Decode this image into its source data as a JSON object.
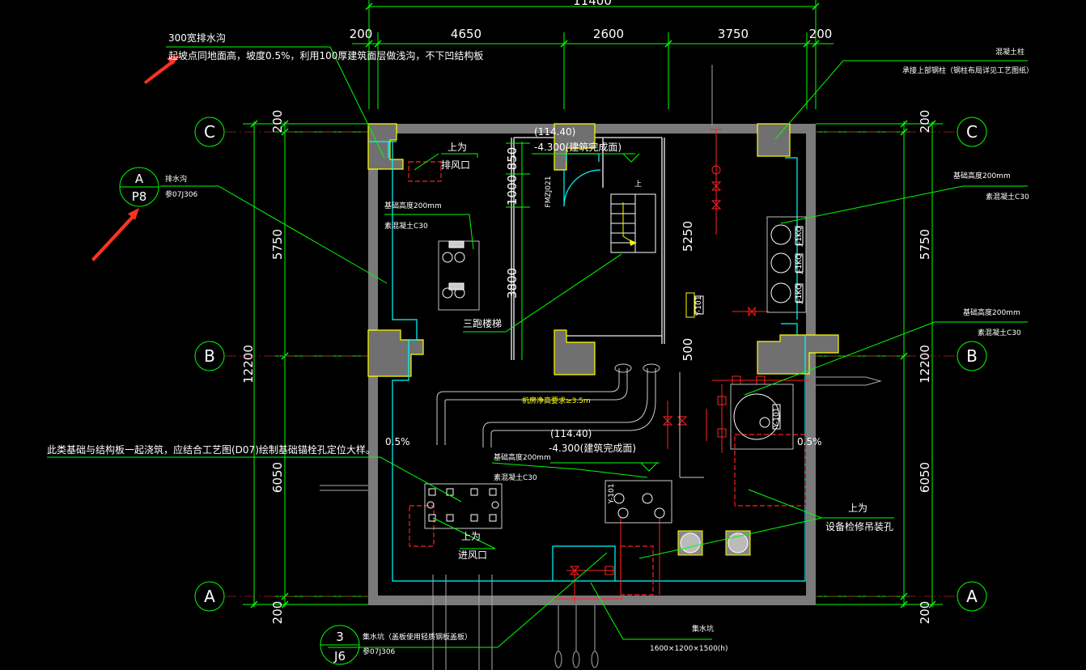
{
  "plan": {
    "top_dims": {
      "total": "11400",
      "segments": [
        "200",
        "4650",
        "2600",
        "3750",
        "200"
      ]
    },
    "side_dims": {
      "total": "12200",
      "segments": [
        "200",
        "5750",
        "6050",
        "200"
      ]
    },
    "axes": [
      "C",
      "B",
      "A"
    ],
    "inner_dims": [
      "850",
      "1000",
      "3800",
      "5250",
      "500"
    ],
    "door_tag": "FMZJ021",
    "stair_up": "上"
  },
  "annotations": {
    "drain_title": "300宽排水沟",
    "drain_note": "起坡点同地面高，坡度0.5%，利用100厚建筑面层做浅沟，不下凹结构板",
    "exhaust_top": "上为",
    "exhaust_bottom": "排风口",
    "elev1_top": "(114.40)",
    "elev1_bottom": "-4.300(建筑完成面)",
    "found1_top": "基础高度200mm",
    "found1_bottom": "素混凝土C30",
    "stair_label": "三跑楼梯",
    "found2_top": "基础高度200mm",
    "found2_bottom": "素混凝土C30",
    "pipe_height": "机房净高要求≥3.5m",
    "elev2_top": "(114.40)",
    "elev2_bottom": "-4.300(建筑完成面)",
    "found3_top": "基础高度200mm",
    "found3_bottom": "素混凝土C30",
    "found4_top": "基础高度200mm",
    "found4_bottom": "素混凝土C30",
    "slope_left": "0.5%",
    "slope_right": "0.5%",
    "base_note": "此类基础与结构板一起浇筑，应结合工艺图(D07)绘制基础锚栓孔定位大样。",
    "intake_top": "上为",
    "intake_bottom": "进风口",
    "hoist_top": "上为",
    "hoist_bottom": "设备检修吊装孔",
    "column_top": "混凝土柱",
    "column_bottom": "承接上部钢柱（钢柱布局详见工艺图纸）",
    "sump_label": "集水坑",
    "sump_size": "1600×1200×1500(h)",
    "sump_ref": "集水坑（盖板使用轻质钢板盖板）",
    "sump_ref_std": "参07J306",
    "trench_ref": "排水沟",
    "trench_ref_std": "参07J306"
  },
  "callouts": {
    "p8": {
      "top": "A",
      "bottom": "P8"
    },
    "j6": {
      "top": "3",
      "bottom": "J6"
    }
  },
  "equipment_tags": [
    "J-1KQ",
    "J-1KQ",
    "J-1KQ",
    "Y-101",
    "Y-101",
    "Y-101"
  ],
  "colors": {
    "background": "#000000",
    "dimension": "#00ff00",
    "wall": "#808080",
    "column_outline": "#ffff00",
    "pipe": "#ff2020",
    "trench": "#00ffff",
    "arrow": "#ff3322"
  }
}
